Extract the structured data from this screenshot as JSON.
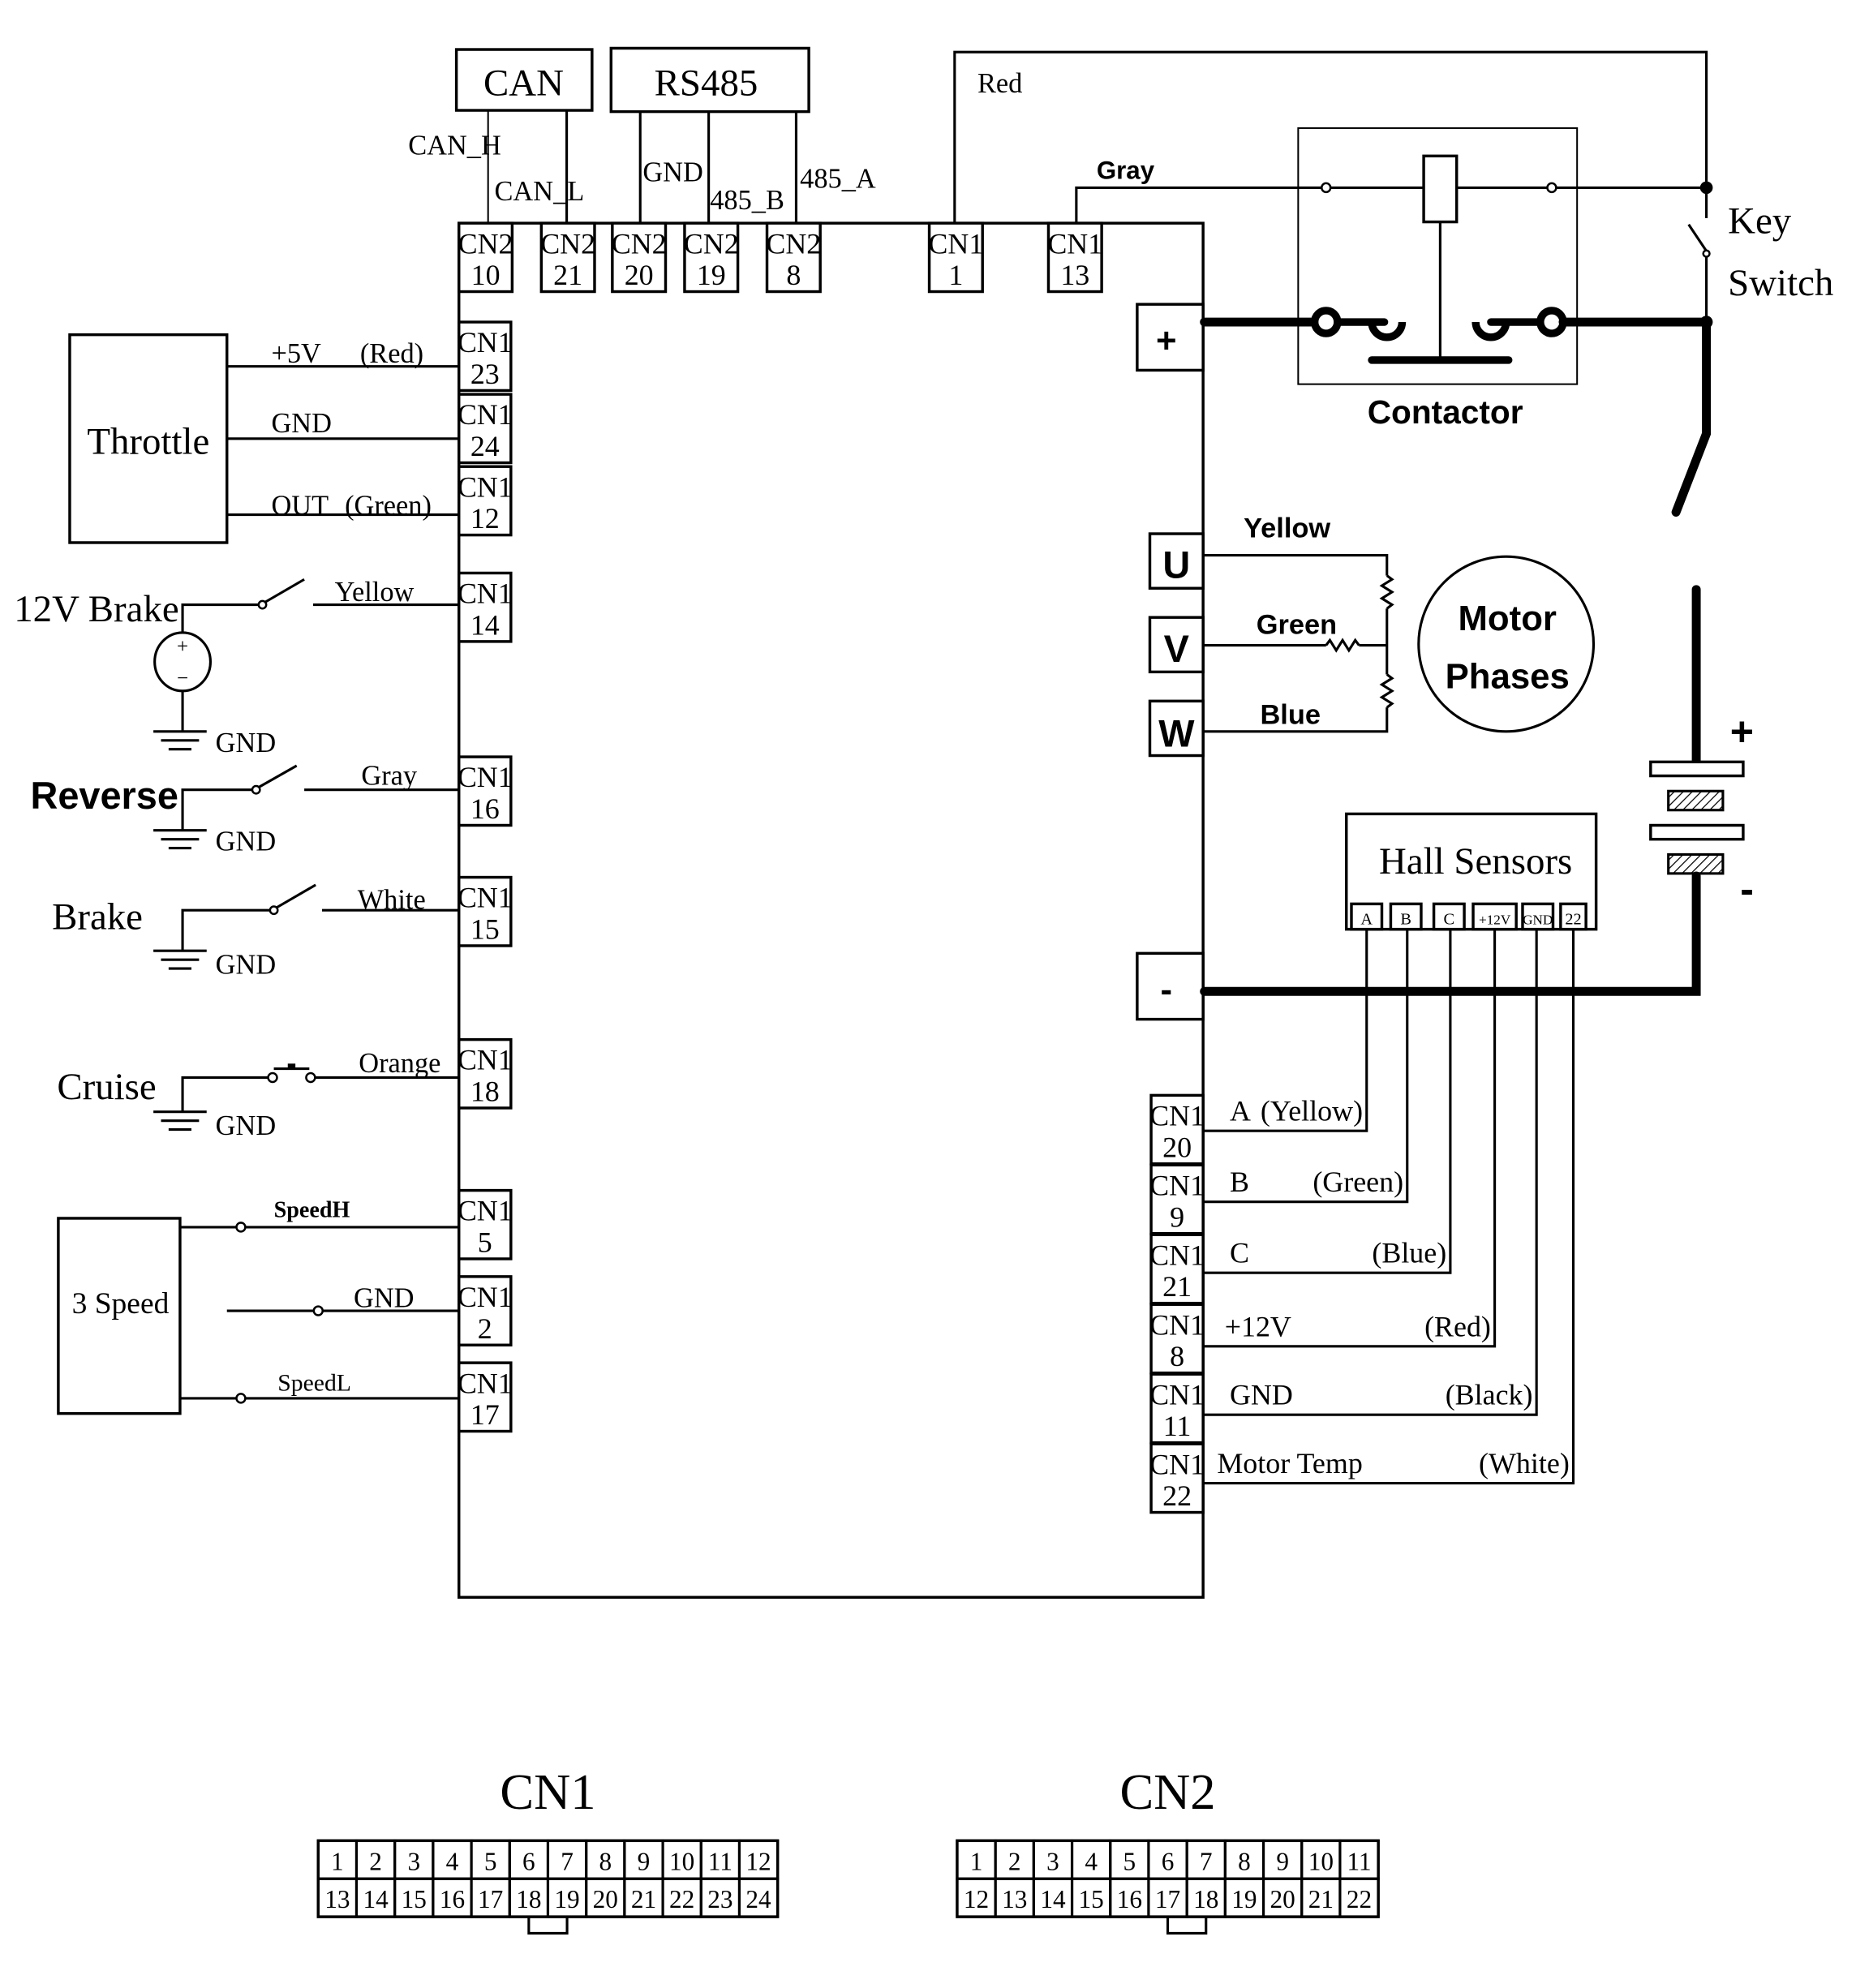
{
  "top_modules": {
    "can": {
      "label": "CAN",
      "wires": [
        "CAN_H",
        "CAN_L"
      ]
    },
    "rs485": {
      "label": "RS485",
      "wires": [
        "GND",
        "485_B",
        "485_A"
      ]
    },
    "red_wire": "Red",
    "gray_wire": "Gray"
  },
  "top_pins": [
    {
      "conn": "CN2",
      "pin": "10"
    },
    {
      "conn": "CN2",
      "pin": "21"
    },
    {
      "conn": "CN2",
      "pin": "20"
    },
    {
      "conn": "CN2",
      "pin": "19"
    },
    {
      "conn": "CN2",
      "pin": "8"
    },
    {
      "conn": "CN1",
      "pin": "1"
    },
    {
      "conn": "CN1",
      "pin": "13"
    }
  ],
  "throttle": {
    "label": "Throttle",
    "wires": [
      {
        "signal": "+5V",
        "color": "(Red)",
        "conn": "CN1",
        "pin": "23"
      },
      {
        "signal": "GND",
        "color": "",
        "conn": "CN1",
        "pin": "24"
      },
      {
        "signal": "OUT",
        "color": "(Green)",
        "conn": "CN1",
        "pin": "12"
      }
    ]
  },
  "switches": [
    {
      "label": "12V Brake",
      "wire": "Yellow",
      "conn": "CN1",
      "pin": "14",
      "gnd": "GND"
    },
    {
      "label": "Reverse",
      "wire": "Gray",
      "conn": "CN1",
      "pin": "16",
      "gnd": "GND"
    },
    {
      "label": "Brake",
      "wire": "White",
      "conn": "CN1",
      "pin": "15",
      "gnd": "GND"
    },
    {
      "label": "Cruise",
      "wire": "Orange",
      "conn": "CN1",
      "pin": "18",
      "gnd": "GND"
    }
  ],
  "three_speed": {
    "label": "3 Speed",
    "wires": [
      {
        "signal": "SpeedH",
        "conn": "CN1",
        "pin": "5"
      },
      {
        "signal": "GND",
        "conn": "CN1",
        "pin": "2"
      },
      {
        "signal": "SpeedL",
        "conn": "CN1",
        "pin": "17"
      }
    ]
  },
  "power": {
    "plus": "+",
    "minus": "-",
    "contactor": "Contactor",
    "key_switch": [
      "Key",
      "Switch"
    ],
    "battery_plus": "+",
    "battery_minus": "-"
  },
  "motor": {
    "phases_label": [
      "Motor",
      "Phases"
    ],
    "terminals": [
      {
        "name": "U",
        "wire": "Yellow"
      },
      {
        "name": "V",
        "wire": "Green"
      },
      {
        "name": "W",
        "wire": "Blue"
      }
    ]
  },
  "hall": {
    "label": "Hall Sensors",
    "pins": [
      "A",
      "B",
      "C",
      "+12V",
      "GND",
      "22"
    ],
    "wires": [
      {
        "signal": "A",
        "color": "(Yellow)",
        "conn": "CN1",
        "pin": "20"
      },
      {
        "signal": "B",
        "color": "(Green)",
        "conn": "CN1",
        "pin": "9"
      },
      {
        "signal": "C",
        "color": "(Blue)",
        "conn": "CN1",
        "pin": "21"
      },
      {
        "signal": "+12V",
        "color": "(Red)",
        "conn": "CN1",
        "pin": "8"
      },
      {
        "signal": "GND",
        "color": "(Black)",
        "conn": "CN1",
        "pin": "11"
      },
      {
        "signal": "Motor Temp",
        "color": "(White)",
        "conn": "CN1",
        "pin": "22"
      }
    ]
  },
  "connectors": [
    {
      "title": "CN1",
      "row1": [
        "1",
        "2",
        "3",
        "4",
        "5",
        "6",
        "7",
        "8",
        "9",
        "10",
        "11",
        "12"
      ],
      "row2": [
        "13",
        "14",
        "15",
        "16",
        "17",
        "18",
        "19",
        "20",
        "21",
        "22",
        "23",
        "24"
      ]
    },
    {
      "title": "CN2",
      "row1": [
        "1",
        "2",
        "3",
        "4",
        "5",
        "6",
        "7",
        "8",
        "9",
        "10",
        "11"
      ],
      "row2": [
        "12",
        "13",
        "14",
        "15",
        "16",
        "17",
        "18",
        "19",
        "20",
        "21",
        "22"
      ]
    }
  ]
}
